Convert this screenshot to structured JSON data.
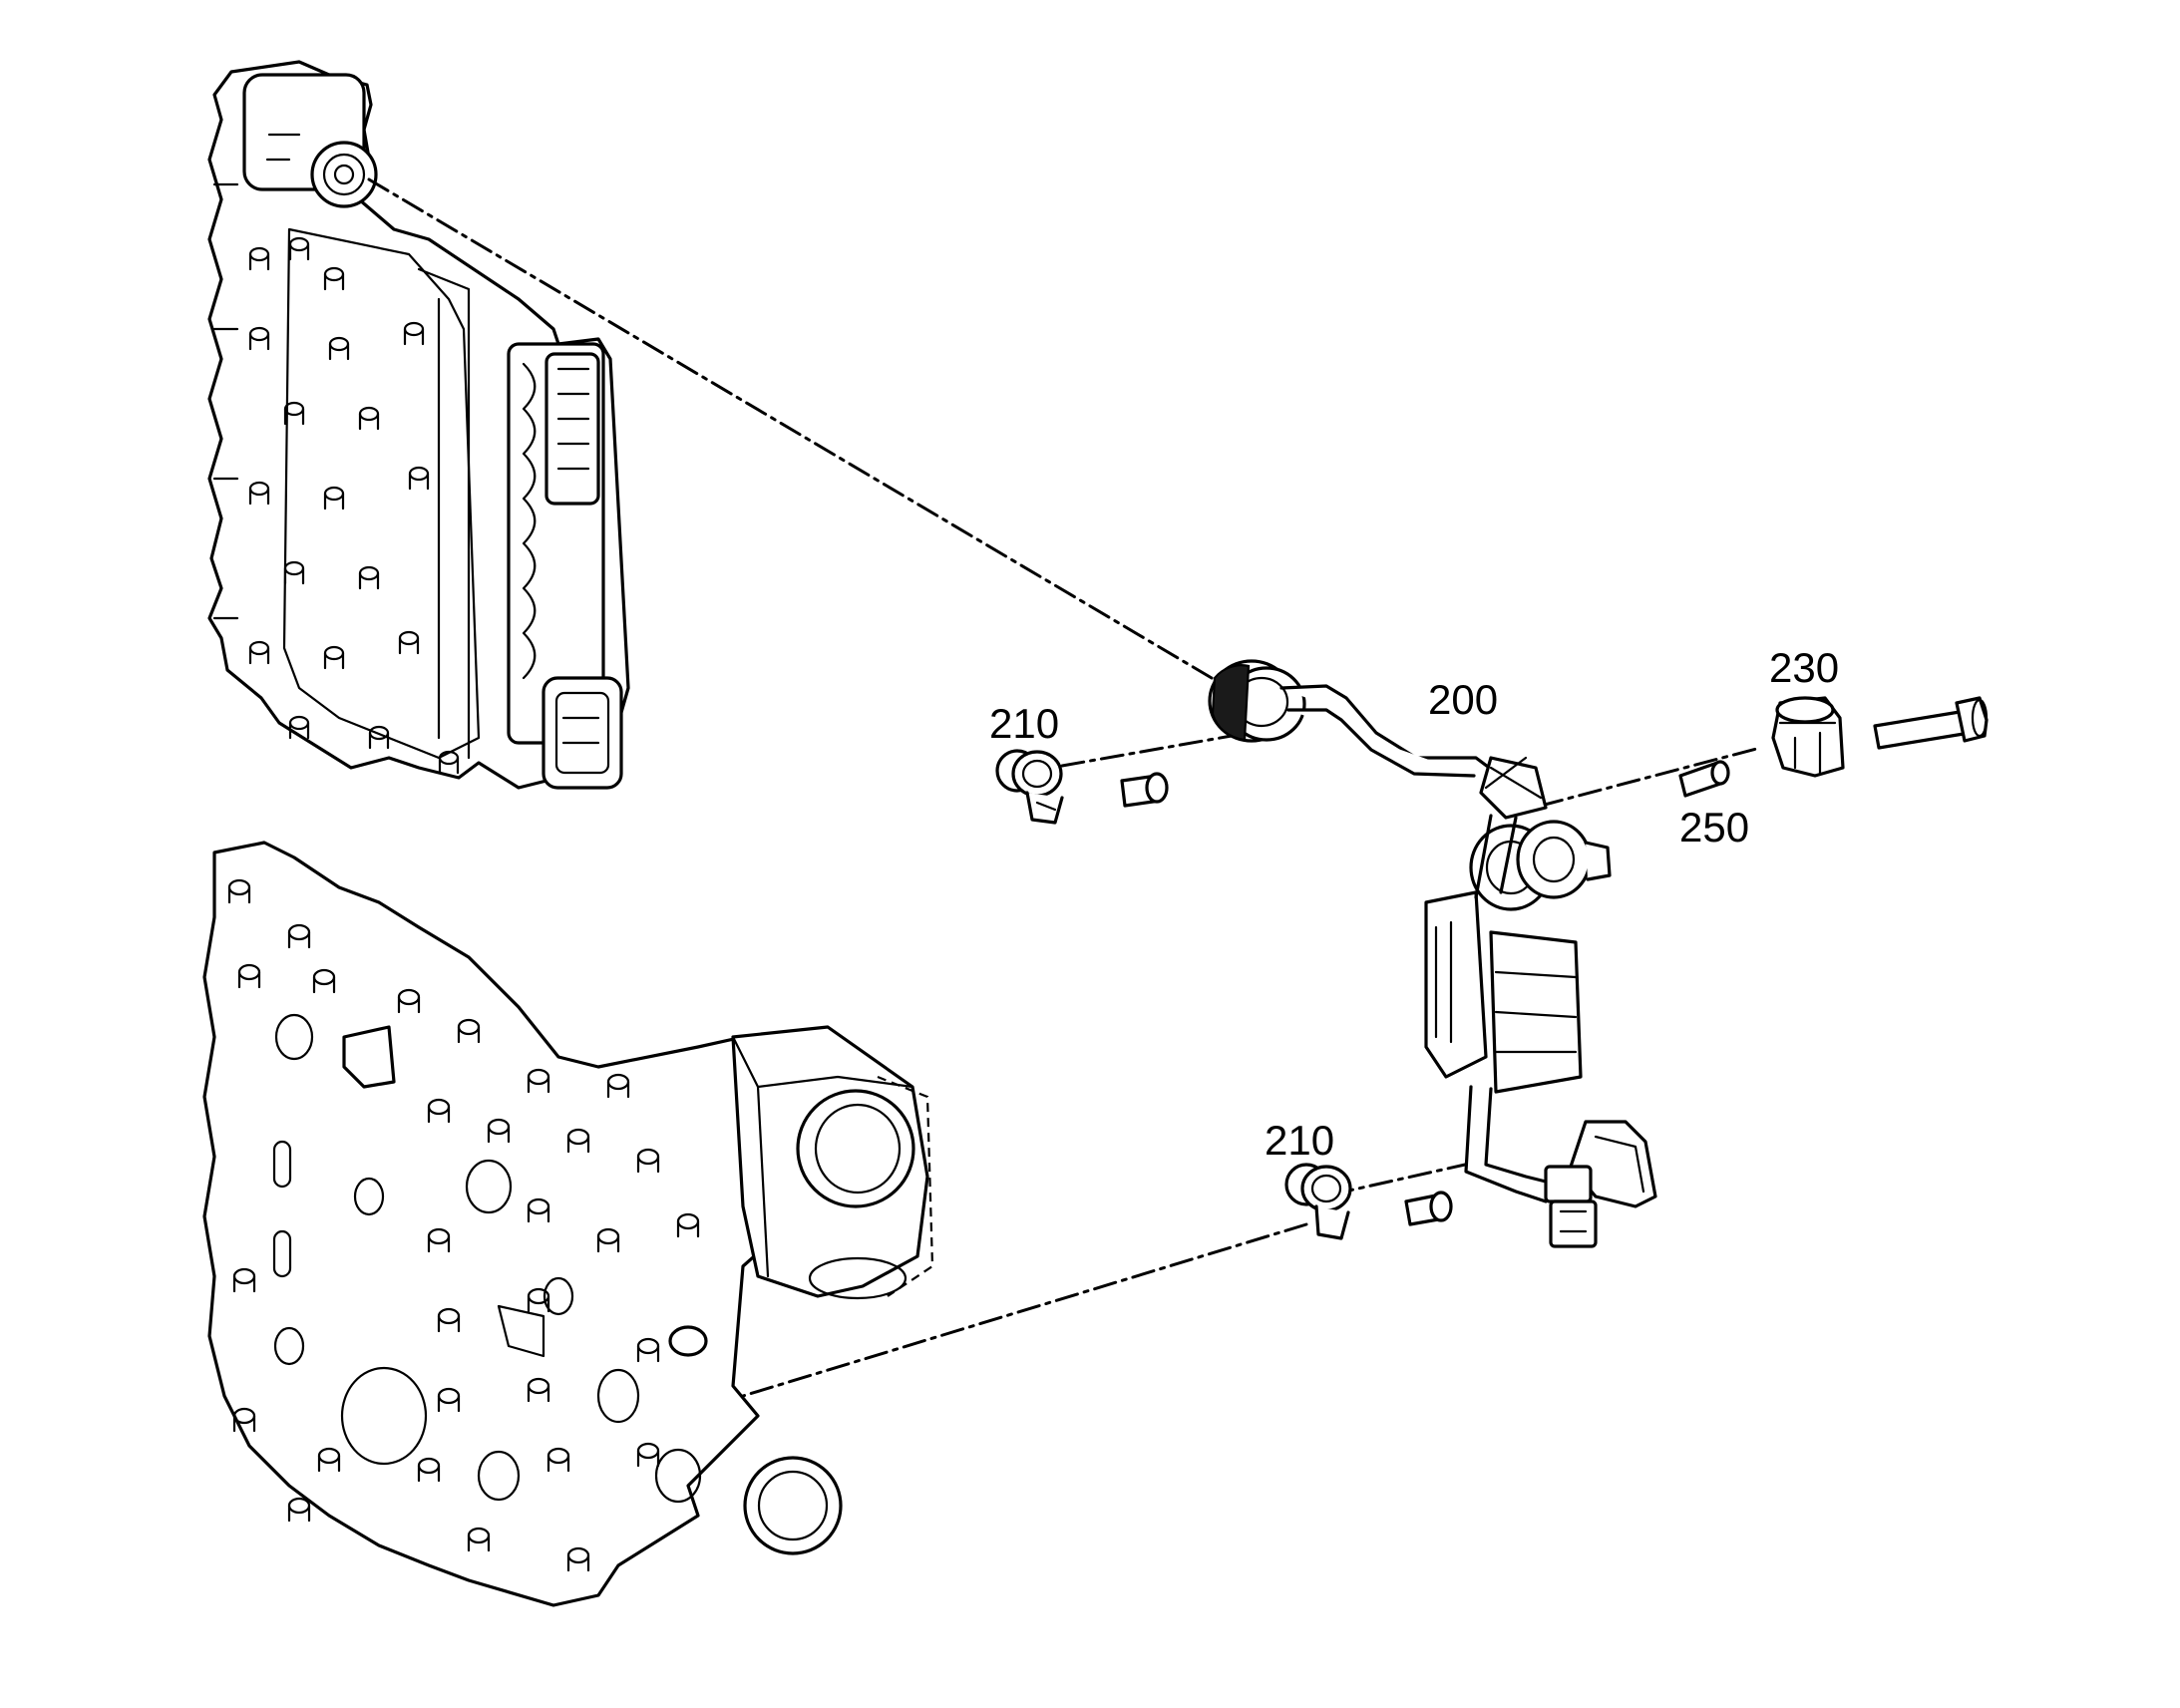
{
  "callouts": [
    {
      "id": "callout-200",
      "label": "200"
    },
    {
      "id": "callout-210-top",
      "label": "210"
    },
    {
      "id": "callout-210-bottom",
      "label": "210"
    },
    {
      "id": "callout-230",
      "label": "230"
    },
    {
      "id": "callout-250",
      "label": "250"
    }
  ]
}
